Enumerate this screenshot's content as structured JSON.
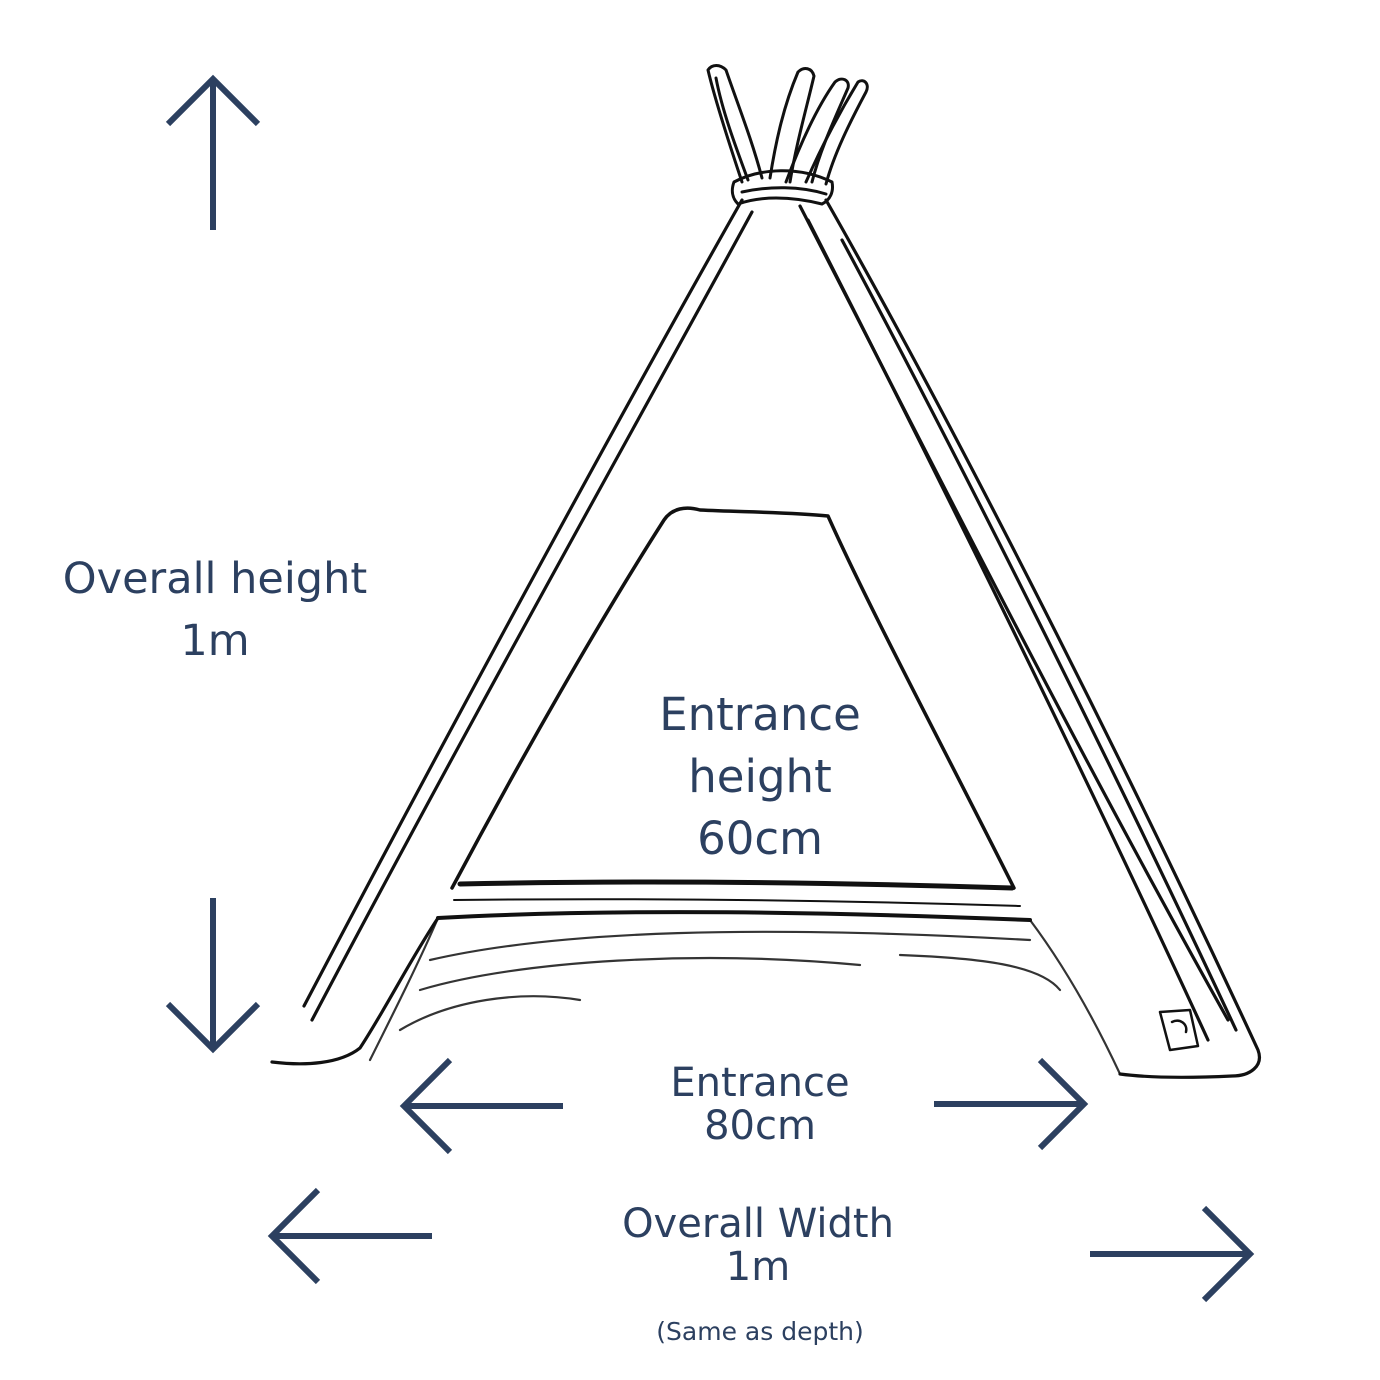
{
  "colors": {
    "label": "#2c4060",
    "arrow": "#2c4060",
    "sketch": "#111111"
  },
  "labels": {
    "overall_height_title": "Overall height",
    "overall_height_value": "1m",
    "entrance_height_line1": "Entrance",
    "entrance_height_line2": "height",
    "entrance_height_value": "60cm",
    "entrance_width_title": "Entrance",
    "entrance_width_value": "80cm",
    "overall_width_title": "Overall Width",
    "overall_width_value": "1m",
    "depth_note": "(Same as depth)"
  },
  "icons": {
    "teepee": "teepee-sketch-icon",
    "up": "arrow-up-icon",
    "down": "arrow-down-icon",
    "left": "arrow-left-icon",
    "right": "arrow-right-icon"
  }
}
